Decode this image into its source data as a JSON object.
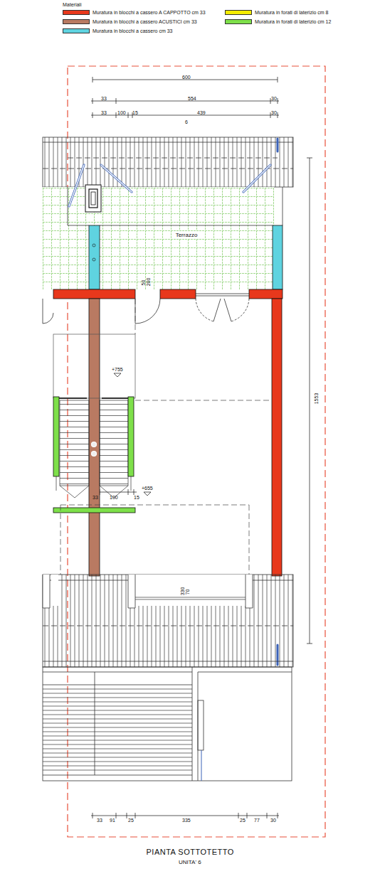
{
  "diagram": {
    "title": "PIANTA SOTTOTETTO",
    "nodes": [
      {
        "text": [
          "Terrazzo"
        ]
      }
    ],
    "labels": [
      "Materiali",
      "600",
      "33",
      "554",
      "30",
      "33",
      "100",
      "15",
      "439",
      "30",
      "6",
      "50",
      "200",
      "+755",
      "33",
      "100",
      "15",
      "+655",
      "1553",
      "330",
      "70",
      "33",
      "91",
      "25",
      "335",
      "25",
      "77",
      "30",
      "UNITA' 6"
    ],
    "legend": [
      {
        "text": "Muratura in blocchi a cassero A CAPPOTTO cm 33",
        "color": "#e8381c"
      },
      {
        "text": "Muratura in blocchi a cassero ACUSTICI cm 33",
        "color": "#b97a62"
      },
      {
        "text": "Muratura in blocchi a cassero cm 33",
        "color": "#5fd3e0"
      },
      {
        "text": "Muratura in forati di laterizio cm 8",
        "color": "#f4ec00"
      },
      {
        "text": "Muratura in forati di laterizio cm 12",
        "color": "#7ee04a"
      }
    ]
  }
}
